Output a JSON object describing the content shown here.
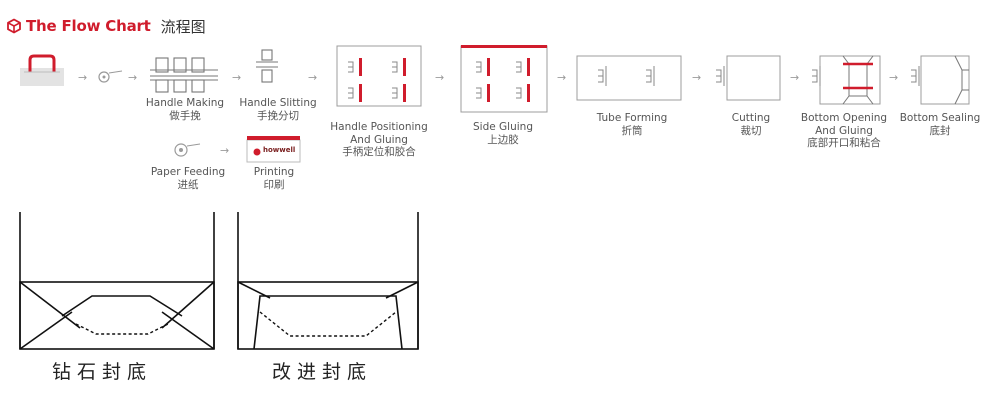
{
  "header": {
    "title_en": "The Flow Chart",
    "title_cn": "流程图"
  },
  "steps": [
    {
      "name_en": "Handle Making",
      "name_cn": "做手挽"
    },
    {
      "name_en": "Handle Slitting",
      "name_cn": "手挽分切"
    },
    {
      "name_en": "Handle Positioning",
      "name_en2": "And Gluing",
      "name_cn": "手柄定位和胶合"
    },
    {
      "name_en": "Side Gluing",
      "name_cn": "上边胶"
    },
    {
      "name_en": "Tube Forming",
      "name_cn": "折筒"
    },
    {
      "name_en": "Cutting",
      "name_cn": "裁切"
    },
    {
      "name_en": "Bottom Opening",
      "name_en2": "And Gluing",
      "name_cn": "底部开口和粘合"
    },
    {
      "name_en": "Bottom Sealing",
      "name_cn": "底封"
    },
    {
      "name_en": "Paper Feeding",
      "name_cn": "进纸"
    },
    {
      "name_en": "Printing",
      "name_cn": "印刷"
    }
  ],
  "printing_logo_text": "howwell",
  "bottoms": [
    {
      "caption": "钻石封底"
    },
    {
      "caption": "改进封底"
    }
  ],
  "colors": {
    "accent": "#d01c2c",
    "line": "#8c8c8c",
    "arrow": "#9a9a9a"
  },
  "arrow_glyph": "→"
}
